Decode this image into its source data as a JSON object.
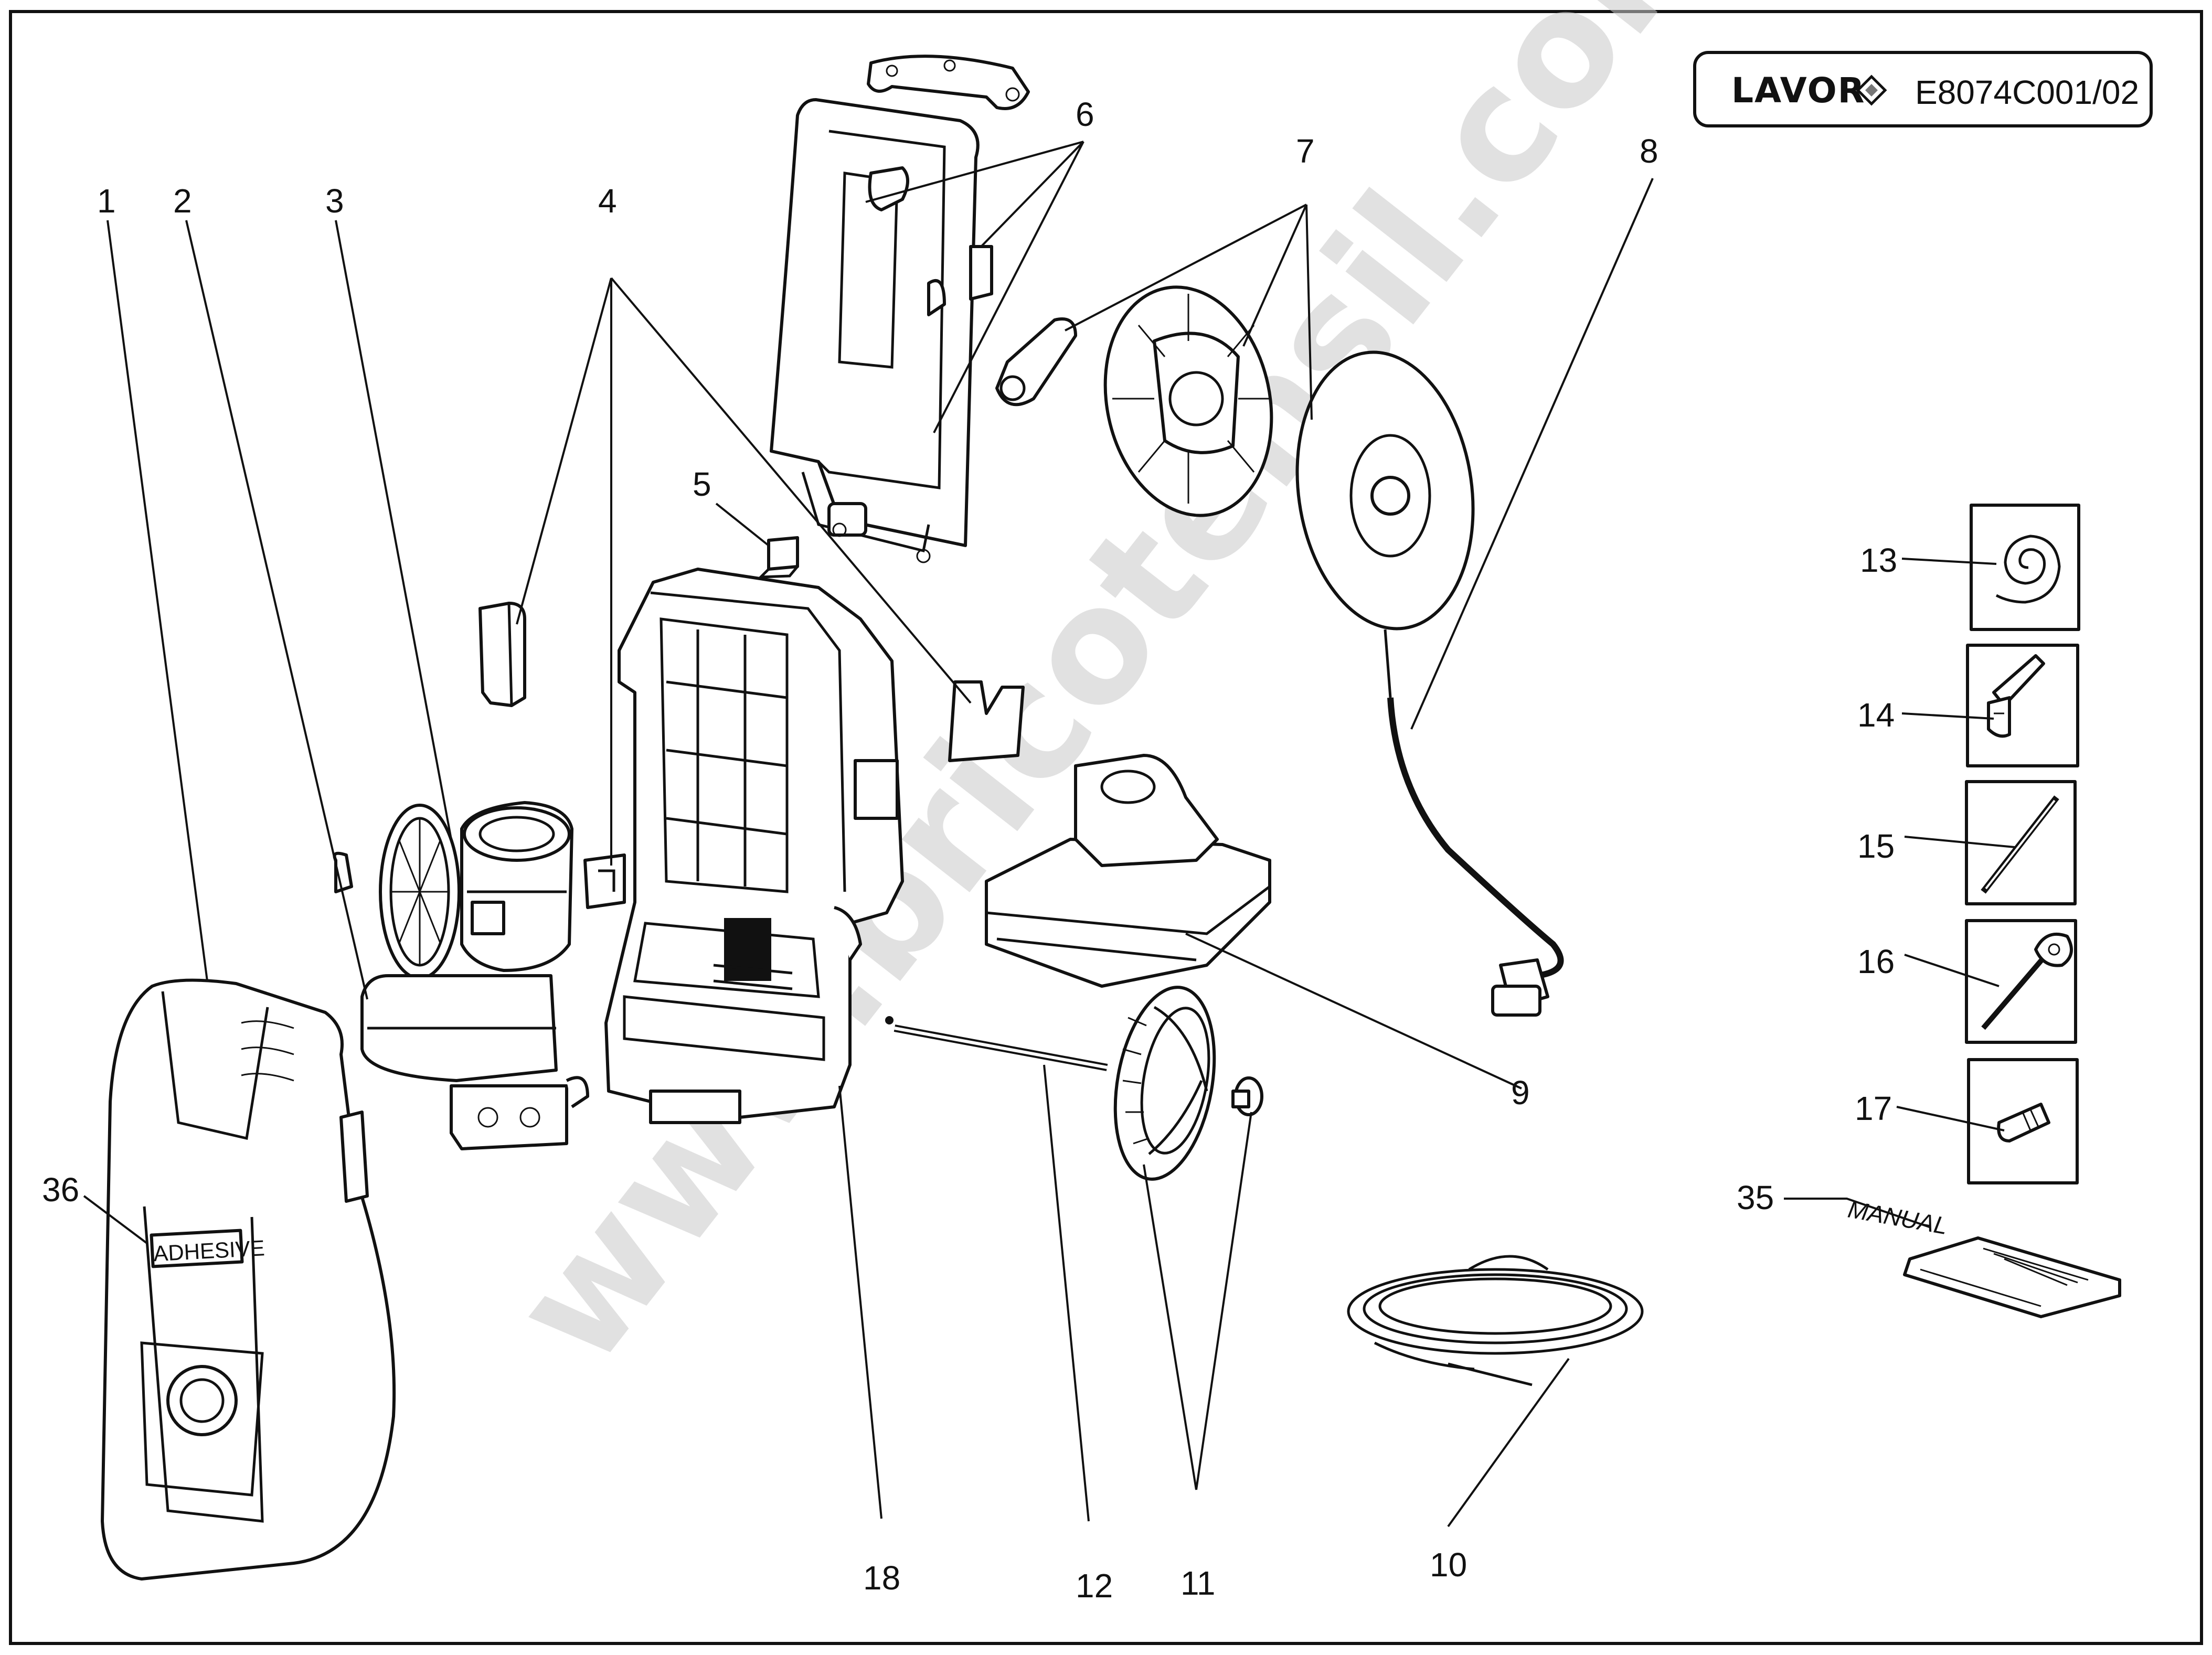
{
  "brand": "LAVOR",
  "drawing_code": "E8074C001/02",
  "watermark": "www.bricotensil.com",
  "adhesive_label": "ADHESIVE",
  "manual_label": "MANUAL",
  "callouts": [
    {
      "id": "1",
      "label": "1"
    },
    {
      "id": "2",
      "label": "2"
    },
    {
      "id": "3",
      "label": "3"
    },
    {
      "id": "4",
      "label": "4"
    },
    {
      "id": "5",
      "label": "5"
    },
    {
      "id": "6",
      "label": "6"
    },
    {
      "id": "7",
      "label": "7"
    },
    {
      "id": "8",
      "label": "8"
    },
    {
      "id": "9",
      "label": "9"
    },
    {
      "id": "10",
      "label": "10"
    },
    {
      "id": "11",
      "label": "11"
    },
    {
      "id": "12",
      "label": "12"
    },
    {
      "id": "13",
      "label": "13"
    },
    {
      "id": "14",
      "label": "14"
    },
    {
      "id": "15",
      "label": "15"
    },
    {
      "id": "16",
      "label": "16"
    },
    {
      "id": "17",
      "label": "17"
    },
    {
      "id": "18",
      "label": "18"
    },
    {
      "id": "35",
      "label": "35"
    },
    {
      "id": "36",
      "label": "36"
    }
  ]
}
